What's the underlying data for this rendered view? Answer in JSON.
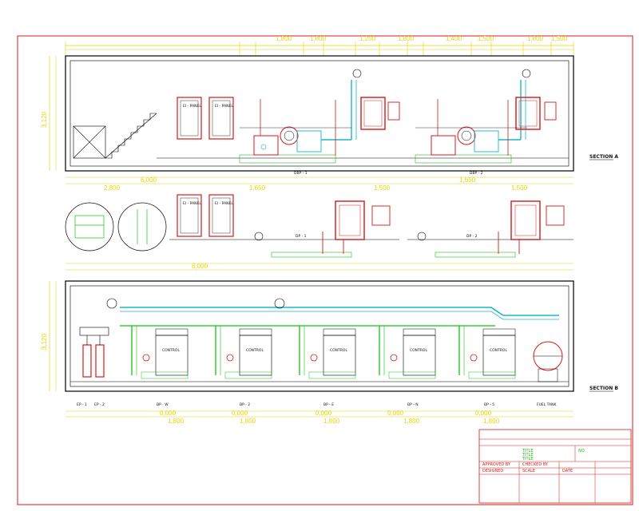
{
  "sections": {
    "a_label": "SECTION A",
    "b_label": "SECTION B"
  },
  "units": {
    "dbp1": "DBP - 1",
    "dbp2": "DBP - 2",
    "dp1": "DP - 1",
    "dp2": "DP - 2",
    "bp_w": "BP - W",
    "bp_2": "BP - 2",
    "bp_e": "BP - E",
    "bp_n": "BP - N",
    "bp_5": "BP - 5",
    "fuel_tank": "FUEL TANK",
    "ep1": "EP - 1",
    "ep2": "EP - 2"
  },
  "panels": {
    "ei_panel": "EI - PANEL",
    "control": "CONTROL"
  },
  "dims": {
    "top": [
      "1,800",
      "1,800",
      "1,200",
      "1,800",
      "1,400",
      "1,500",
      "1,800",
      "1,500"
    ],
    "mid": [
      "2,800",
      "1,650",
      "1,500",
      "1,650",
      "1,500"
    ],
    "left_height": "3,120",
    "left_height_b": "3,120",
    "lower": [
      "1,800",
      "1,800",
      "1,800",
      "1,800",
      "1,800"
    ],
    "lower_top": [
      "0,000",
      "0,000",
      "0,000",
      "0,000",
      "0,000"
    ],
    "wide_a": "6,000",
    "wide_b": "6,000"
  },
  "title_block": {
    "rows": [
      "TITLE",
      "TITLE",
      "TITLE"
    ],
    "sig": [
      "APPROVED BY",
      "CHECKED BY",
      "DESIGNED"
    ],
    "scale_label": "SCALE",
    "date_label": "DATE",
    "no_label": "NO."
  },
  "colors": {
    "wall": "#000000",
    "dim": "#e6d60a",
    "pipe_cyan": "#18b8c8",
    "pipe_green": "#18c018",
    "pump_red": "#d81818",
    "border": "#d81818"
  }
}
